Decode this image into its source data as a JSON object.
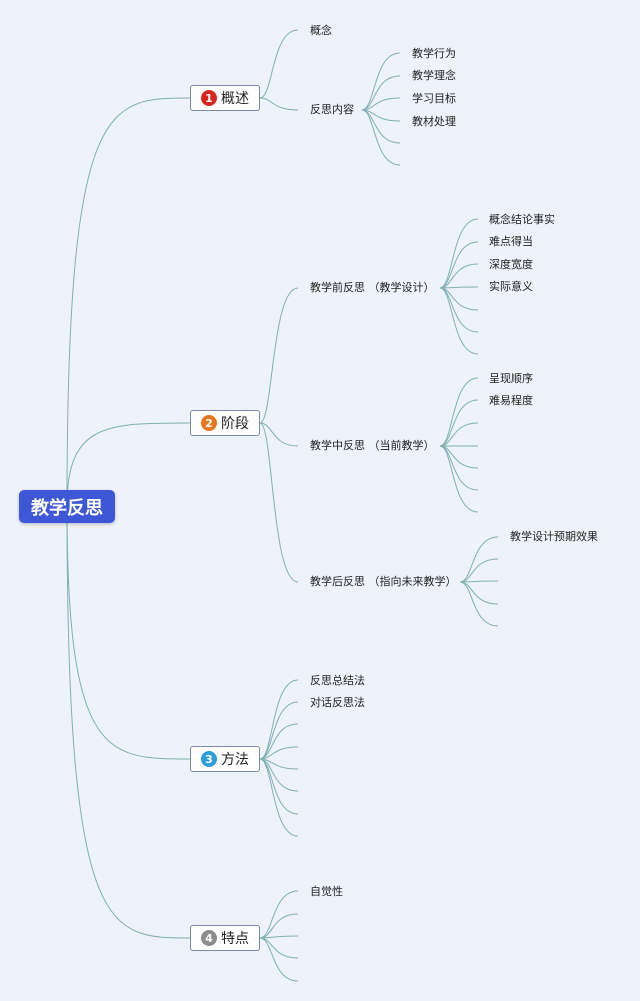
{
  "root": {
    "label": "教学反思"
  },
  "branches": [
    {
      "num": "1",
      "label": "概述",
      "color": "#d9261c"
    },
    {
      "num": "2",
      "label": "阶段",
      "color": "#e8761f"
    },
    {
      "num": "3",
      "label": "方法",
      "color": "#2d9ddb"
    },
    {
      "num": "4",
      "label": "特点",
      "color": "#8c8c8c"
    }
  ],
  "overview": {
    "concept": "概念",
    "content": "反思内容",
    "content_items": [
      "教学行为",
      "教学理念",
      "学习目标",
      "教材处理"
    ]
  },
  "stages": {
    "before": {
      "label": "教学前反思 （教学设计）",
      "items": [
        "概念结论事实",
        "难点得当",
        "深度宽度",
        "实际意义"
      ]
    },
    "during": {
      "label": "教学中反思 （当前教学）",
      "items": [
        "呈现顺序",
        "难易程度"
      ]
    },
    "after": {
      "label": "教学后反思 （指向未来教学）",
      "items": [
        "教学设计预期效果"
      ]
    }
  },
  "methods": {
    "items": [
      "反思总结法",
      "对话反思法"
    ]
  },
  "features": {
    "items": [
      "自觉性"
    ]
  },
  "colors": {
    "line": "#7fb0b3",
    "root_fill": "#3d57d6",
    "background": "#eef2fa"
  }
}
